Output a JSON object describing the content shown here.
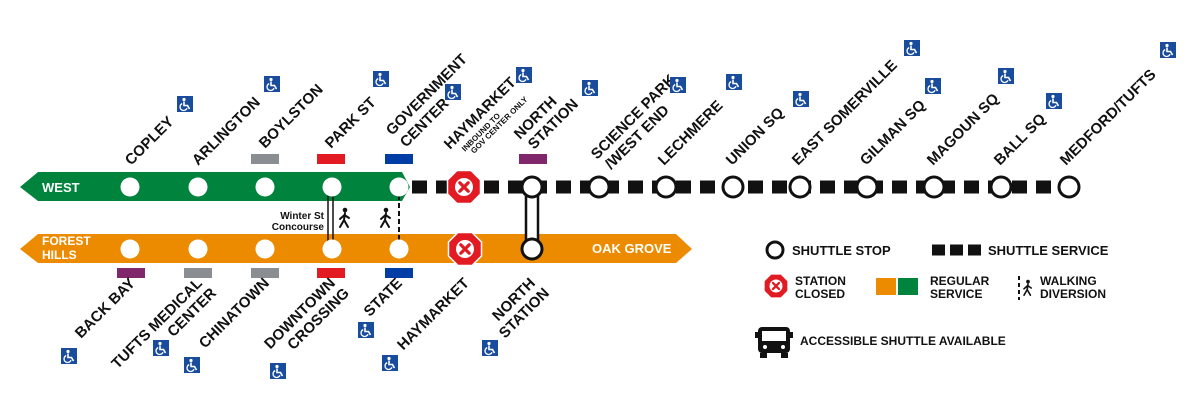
{
  "colors": {
    "green": "#00843D",
    "orange": "#ED8B00",
    "red": "#E21B23",
    "blue": "#003DA5",
    "purple": "#80276C",
    "gray": "#8A8D91",
    "black": "#111111",
    "access_blue": "#1A4C9E"
  },
  "lines": {
    "green_terminus": "WEST",
    "orange_terminus_line1": "FOREST",
    "orange_terminus_line2": "HILLS",
    "orange_destination": "OAK GROVE"
  },
  "green_stations": [
    {
      "name": "COPLEY",
      "accessible": true,
      "connection": null
    },
    {
      "name": "ARLINGTON",
      "accessible": true,
      "connection": null
    },
    {
      "name": "BOYLSTON",
      "accessible": false,
      "connection": "gray"
    },
    {
      "name": "PARK ST",
      "accessible": true,
      "connection": "red"
    },
    {
      "name": "GOVERNMENT",
      "name2": "CENTER",
      "accessible": true,
      "connection": "blue"
    }
  ],
  "shuttle_stations": [
    {
      "name": "HAYMARKET",
      "note1": "INBOUND TO",
      "note2": "GOV CENTER ONLY",
      "accessible": true,
      "closed": true
    },
    {
      "name": "NORTH",
      "name2": "STATION",
      "accessible": true,
      "connection": "purple"
    },
    {
      "name": "SCIENCE PARK",
      "name2": "/WEST END",
      "accessible": true
    },
    {
      "name": "LECHMERE",
      "accessible": true
    },
    {
      "name": "UNION SQ",
      "accessible": true
    },
    {
      "name": "EAST SOMERVILLE",
      "accessible": true
    },
    {
      "name": "GILMAN SQ",
      "accessible": true
    },
    {
      "name": "MAGOUN SQ",
      "accessible": true
    },
    {
      "name": "BALL SQ",
      "accessible": true
    },
    {
      "name": "MEDFORD/TUFTS",
      "accessible": true
    }
  ],
  "orange_stations": [
    {
      "name": "BACK BAY",
      "accessible": true,
      "connection": "purple"
    },
    {
      "name": "TUFTS MEDICAL",
      "name2": "CENTER",
      "accessible": true,
      "connection": "gray"
    },
    {
      "name": "CHINATOWN",
      "accessible": true,
      "connection": "gray"
    },
    {
      "name": "DOWNTOWN",
      "name2": "CROSSING",
      "accessible": true,
      "connection": "red"
    },
    {
      "name": "STATE",
      "accessible": true,
      "connection": "blue"
    },
    {
      "name": "HAYMARKET",
      "accessible": true,
      "closed": true
    },
    {
      "name": "NORTH",
      "name2": "STATION",
      "accessible": true
    }
  ],
  "concourse": {
    "line1": "Winter St",
    "line2": "Concourse"
  },
  "legend": {
    "shuttle_stop": "SHUTTLE STOP",
    "shuttle_service": "SHUTTLE SERVICE",
    "station_closed_1": "STATION",
    "station_closed_2": "CLOSED",
    "regular_service_1": "REGULAR",
    "regular_service_2": "SERVICE",
    "walking_1": "WALKING",
    "walking_2": "DIVERSION",
    "accessible_shuttle": "ACCESSIBLE SHUTTLE AVAILABLE"
  },
  "icons": [
    "accessible-icon",
    "station-closed-icon",
    "walking-icon",
    "shuttle-bus-icon"
  ]
}
